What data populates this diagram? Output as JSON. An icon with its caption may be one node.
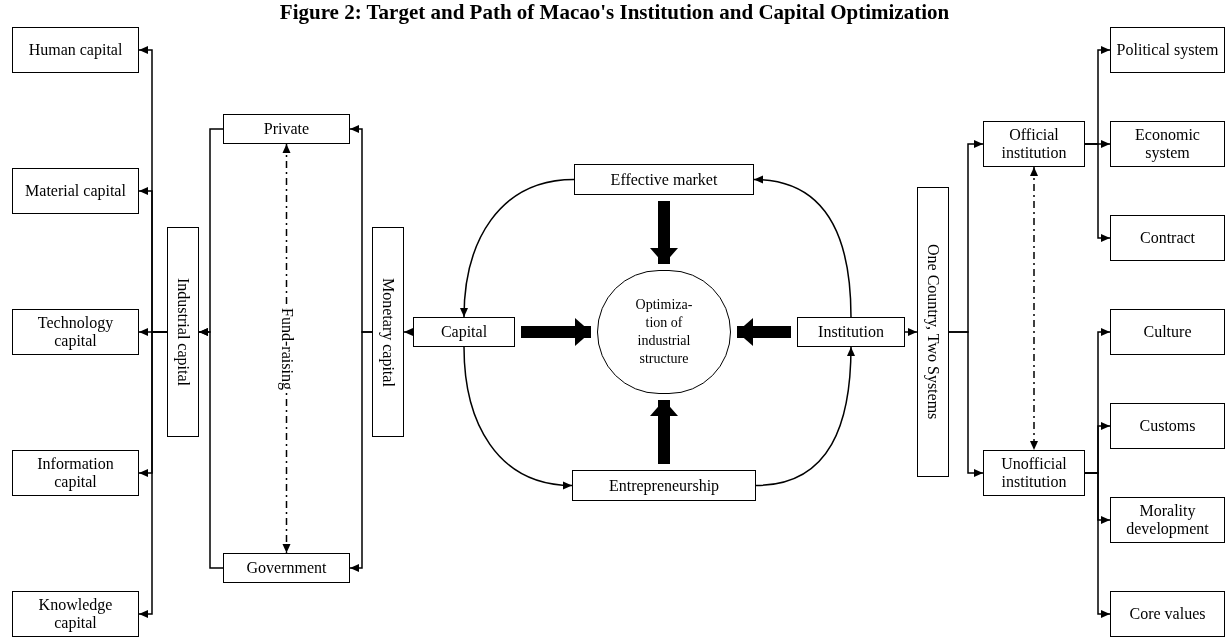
{
  "diagram": {
    "title": "Figure 2: Target and Path of Macao's Institution and Capital Optimization",
    "nodes": [
      {
        "text": [
          "Human capital"
        ]
      },
      {
        "text": [
          "Material capital"
        ]
      },
      {
        "text": [
          "Technology capital"
        ]
      },
      {
        "text": [
          "Information capital"
        ]
      },
      {
        "text": [
          "Knowledge capital"
        ]
      },
      {
        "text": [
          "Industrial capital"
        ]
      },
      {
        "text": [
          "Private"
        ]
      },
      {
        "text": [
          "Government"
        ]
      },
      {
        "text": [
          "Monetary capital"
        ]
      },
      {
        "text": [
          "Capital"
        ]
      },
      {
        "text": [
          "Effective market"
        ]
      },
      {
        "text": [
          "Optimiza- tion of industrial structure"
        ]
      },
      {
        "text": [
          "Entrepreneurship"
        ]
      },
      {
        "text": [
          "Institution"
        ]
      },
      {
        "text": [
          "One Country, Two Systems"
        ]
      },
      {
        "text": [
          "Official institution"
        ]
      },
      {
        "text": [
          "Unofficial institution"
        ]
      },
      {
        "text": [
          "Political system"
        ]
      },
      {
        "text": [
          "Economic system"
        ]
      },
      {
        "text": [
          "Contract"
        ]
      },
      {
        "text": [
          "Culture"
        ]
      },
      {
        "text": [
          "Customs"
        ]
      },
      {
        "text": [
          "Morality development"
        ]
      },
      {
        "text": [
          "Core values"
        ]
      }
    ],
    "edges": [
      {
        "from": 5,
        "to": 0,
        "arrow": "to"
      },
      {
        "from": 5,
        "to": 1,
        "arrow": "to"
      },
      {
        "from": 5,
        "to": 2,
        "arrow": "to"
      },
      {
        "from": 5,
        "to": 3,
        "arrow": "to"
      },
      {
        "from": 5,
        "to": 4,
        "arrow": "to"
      },
      {
        "from": 6,
        "to": 5,
        "arrow": "to"
      },
      {
        "from": 7,
        "to": 5,
        "arrow": "to"
      },
      {
        "from": 8,
        "to": 6,
        "arrow": "to"
      },
      {
        "from": 8,
        "to": 7,
        "arrow": "to"
      },
      {
        "from": 9,
        "to": 8,
        "arrow": "to"
      },
      {
        "from": 6,
        "to": 7,
        "arrow": "both",
        "label": "Fund-raising",
        "style": "dashed"
      },
      {
        "from": 10,
        "to": 9,
        "arrow": "to"
      },
      {
        "from": 9,
        "to": 12,
        "arrow": "to"
      },
      {
        "from": 12,
        "to": 13,
        "arrow": "to"
      },
      {
        "from": 13,
        "to": 10,
        "arrow": "to"
      },
      {
        "from": 10,
        "to": 11,
        "arrow": "to",
        "style": "thick"
      },
      {
        "from": 9,
        "to": 11,
        "arrow": "to",
        "style": "thick"
      },
      {
        "from": 13,
        "to": 11,
        "arrow": "to",
        "style": "thick"
      },
      {
        "from": 12,
        "to": 11,
        "arrow": "to",
        "style": "thick"
      },
      {
        "from": 13,
        "to": 14,
        "arrow": "to"
      },
      {
        "from": 14,
        "to": 15,
        "arrow": "to"
      },
      {
        "from": 14,
        "to": 16,
        "arrow": "to"
      },
      {
        "from": 15,
        "to": 16,
        "arrow": "both",
        "style": "dashed"
      },
      {
        "from": 15,
        "to": 17,
        "arrow": "to"
      },
      {
        "from": 15,
        "to": 18,
        "arrow": "to"
      },
      {
        "from": 15,
        "to": 19,
        "arrow": "to"
      },
      {
        "from": 16,
        "to": 20,
        "arrow": "to"
      },
      {
        "from": 16,
        "to": 21,
        "arrow": "to"
      },
      {
        "from": 16,
        "to": 22,
        "arrow": "to"
      },
      {
        "from": 16,
        "to": 23,
        "arrow": "to"
      }
    ]
  }
}
